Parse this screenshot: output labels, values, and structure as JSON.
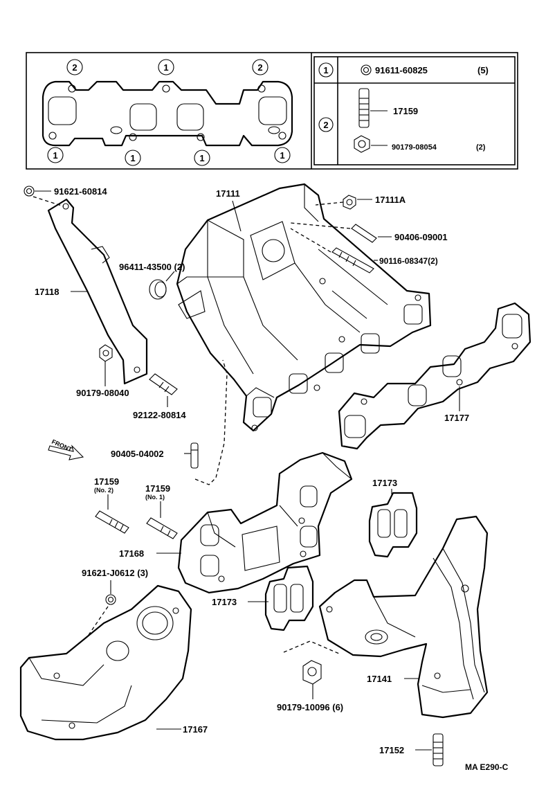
{
  "legend": {
    "rows": [
      {
        "key": "1",
        "has_washer": true,
        "part": "91611-60825",
        "qty": "(5)"
      },
      {
        "key": "2",
        "part_a": "17159",
        "part_b": "90179-08054",
        "qty_b": "(2)"
      }
    ]
  },
  "gasket_callouts": [
    "2",
    "1",
    "2",
    "1",
    "1",
    "1",
    "1"
  ],
  "labels": {
    "p91621_60814": "91621-60814",
    "p17111": "17111",
    "p17111A": "17111A",
    "p90406_09001": "90406-09001",
    "p96411_43500": "96411-43500 (2)",
    "p90116_08347": "90116-08347(2)",
    "p17118": "17118",
    "p90179_08040": "90179-08040",
    "p92122_80814": "92122-80814",
    "p17177": "17177",
    "front": "FRONT",
    "p90405_04002": "90405-04002",
    "p17159_no2": "17159",
    "p17159_no2_sub": "(No. 2)",
    "p17159_no1": "17159",
    "p17159_no1_sub": "(No. 1)",
    "p17173_top": "17173",
    "p17168": "17168",
    "p91621_J0612": "91621-J0612 (3)",
    "p17173_mid": "17173",
    "p90179_10096": "90179-10096 (6)",
    "p17141": "17141",
    "p17167": "17167",
    "p17152": "17152",
    "figure_code": "MA  E290-C"
  }
}
